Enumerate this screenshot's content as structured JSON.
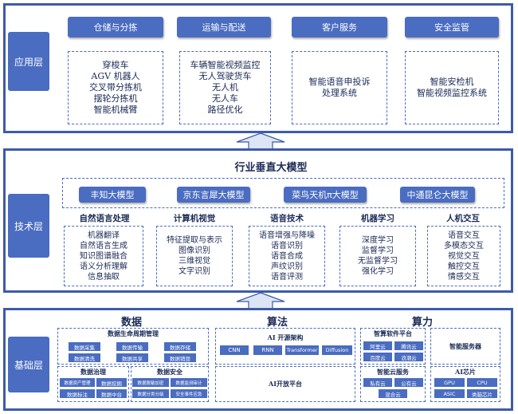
{
  "app_layer": {
    "label": "应用层",
    "columns": [
      {
        "header": "仓储与分拣",
        "items": [
          "穿梭车",
          "AGV 机器人",
          "交叉带分拣机",
          "摆轮分拣机",
          "智能机械臂"
        ]
      },
      {
        "header": "运输与配送",
        "items": [
          "车辆智能视频监控",
          "无人驾驶货车",
          "无人机",
          "无人车",
          "路径优化"
        ]
      },
      {
        "header": "客户服务",
        "items": [
          "智能语音申投诉",
          "处理系统"
        ]
      },
      {
        "header": "安全监管",
        "items": [
          "智能安检机",
          "智能视频监控系统"
        ]
      }
    ]
  },
  "tech_layer": {
    "label": "技术层",
    "industry_title": "行业垂直大模型",
    "models": [
      "丰知大模型",
      "京东言犀大模型",
      "菜鸟天机π大模型",
      "中通昆仑大模型"
    ],
    "groups": [
      {
        "title": "自然语言处理",
        "items": [
          "机器翻译",
          "自然语言生成",
          "知识图谱融合",
          "语义分析理解",
          "信息抽取"
        ]
      },
      {
        "title": "计算机视觉",
        "items": [
          "特征提取与表示",
          "图像识别",
          "三维视觉",
          "文字识别"
        ]
      },
      {
        "title": "语音技术",
        "items": [
          "语音增强与降噪",
          "语音识别",
          "语音合成",
          "声纹识别",
          "语音评测"
        ]
      },
      {
        "title": "机器学习",
        "items": [
          "深度学习",
          "监督学习",
          "无监督学习",
          "强化学习"
        ]
      },
      {
        "title": "人机交互",
        "items": [
          "语音交互",
          "多模态交互",
          "视觉交互",
          "触控交互",
          "情感交互"
        ]
      }
    ]
  },
  "base_layer": {
    "label": "基础层",
    "data": {
      "title": "数据",
      "lifecycle_title": "数据生命周期管理",
      "lifecycle_items": [
        "数据采集",
        "数据传输",
        "数据存储",
        "数据清洗",
        "数据共享",
        "数据销毁"
      ],
      "governance_title": "数据治理",
      "governance_items": [
        "数据资产管理",
        "数据挖掘",
        "数据标注",
        "数据中台"
      ],
      "security_title": "数据安全",
      "security_items": [
        "数据脱敏加密",
        "数据监测审计",
        "数据分类分级",
        "安全事件应急"
      ]
    },
    "algorithm": {
      "title": "算法",
      "framework_title": "AI 开源架构",
      "framework_items": [
        "CNN",
        "RNN",
        "Transformer",
        "Diffusion"
      ],
      "platform_label": "AI开放平台"
    },
    "compute": {
      "title": "算力",
      "software_title": "智算软件平台",
      "software_items": [
        "阿里云",
        "腾讯云",
        "百度云",
        "浪潮云"
      ],
      "cloud_title": "智能云服务",
      "cloud_items": [
        "私有云",
        "公有云",
        "混合云"
      ],
      "server_label": "智能服务器",
      "chip_title": "AI芯片",
      "chip_items": [
        "GPU",
        "CPU",
        "ASIC",
        "类脑芯片"
      ]
    }
  }
}
